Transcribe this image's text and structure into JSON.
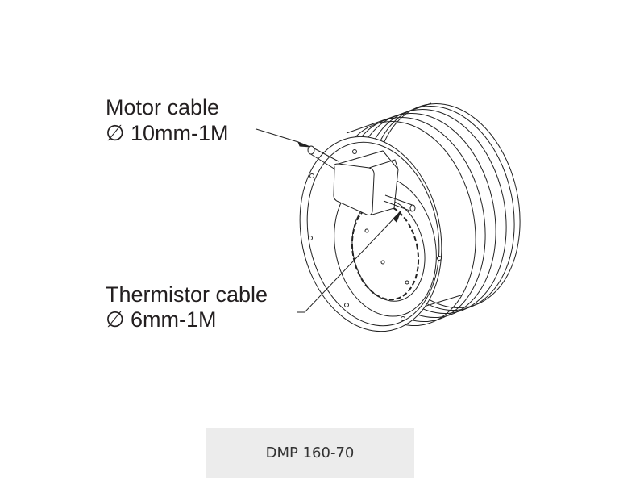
{
  "labels": {
    "motor_cable_title": "Motor cable",
    "motor_cable_spec": "∅ 10mm-1M",
    "thermistor_cable_title": "Thermistor cable",
    "thermistor_cable_spec": "∅ 6mm-1M"
  },
  "caption": "DMP 160-70"
}
